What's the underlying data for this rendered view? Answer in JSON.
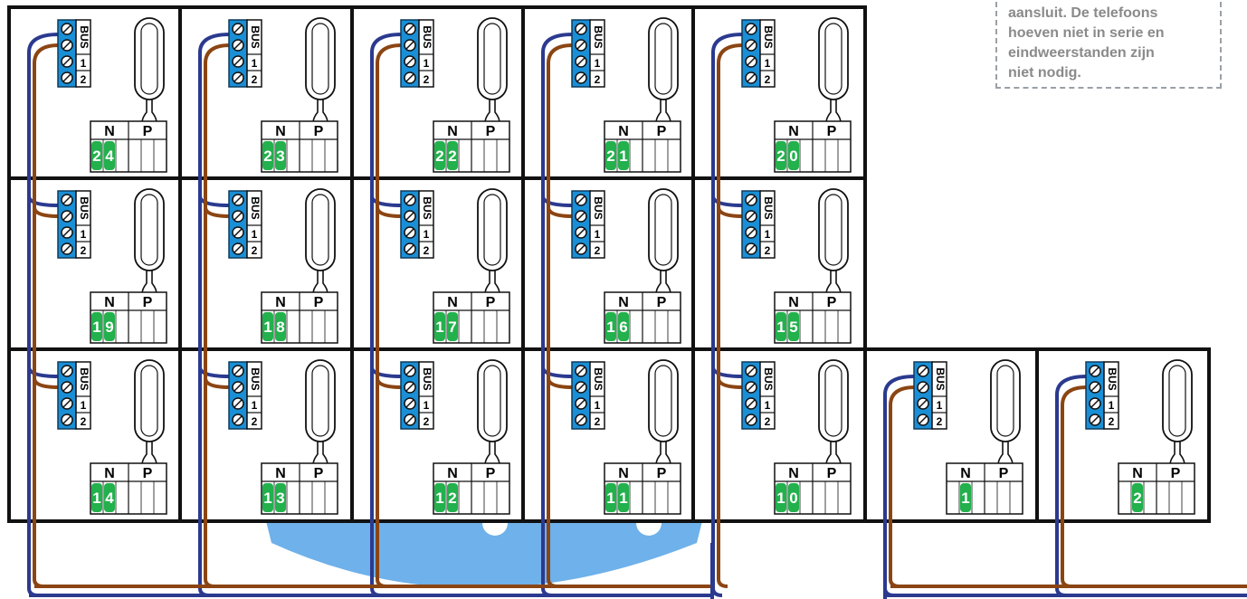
{
  "terminal_labels": {
    "bus": "BUS",
    "one": "1",
    "two": "2"
  },
  "dip_headers": {
    "n": "N",
    "p": "P"
  },
  "colors": {
    "bus_blue": "#2b3a8f",
    "bus_brown": "#8b4513",
    "terminal_blue": "#1a8fd6",
    "dip_green": "#22b14c",
    "watermark": "#5fa8e8"
  },
  "units": [
    {
      "number": "24"
    },
    {
      "number": "23"
    },
    {
      "number": "22"
    },
    {
      "number": "21"
    },
    {
      "number": "20"
    },
    {
      "number": "19"
    },
    {
      "number": "18"
    },
    {
      "number": "17"
    },
    {
      "number": "16"
    },
    {
      "number": "15"
    },
    {
      "number": "14"
    },
    {
      "number": "13"
    },
    {
      "number": "12"
    },
    {
      "number": "11"
    },
    {
      "number": "10"
    },
    {
      "number": "1"
    },
    {
      "number": "2"
    }
  ],
  "note": {
    "lines": [
      "aansluit. De telefoons",
      "hoeven niet in serie en",
      "eindweerstanden zijn",
      "niet nodig."
    ]
  }
}
